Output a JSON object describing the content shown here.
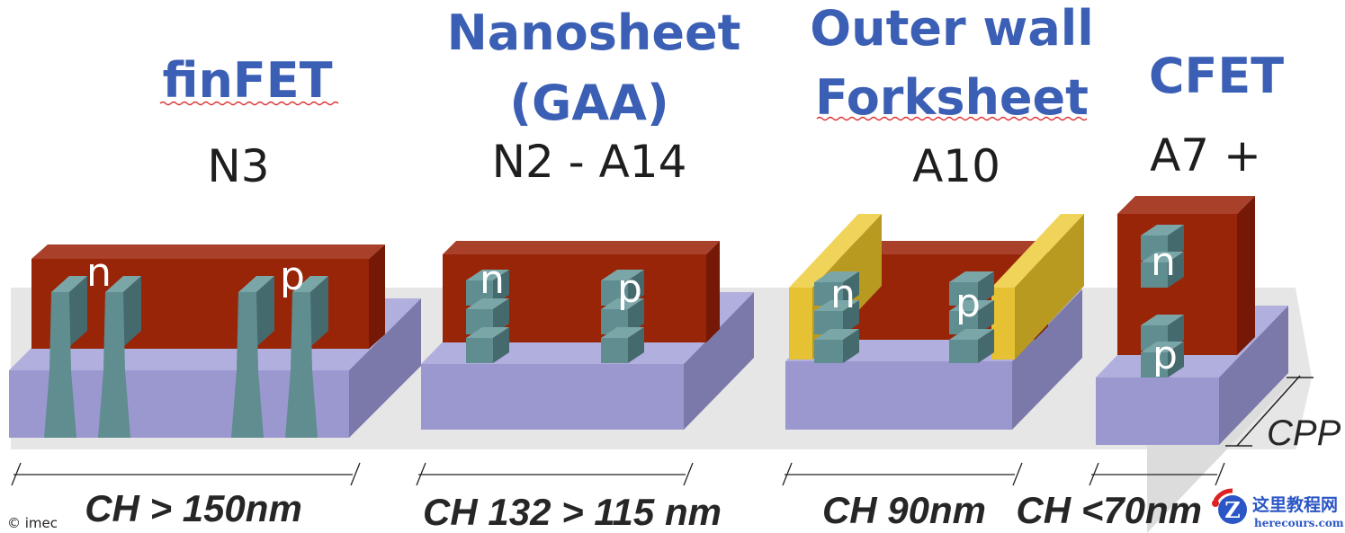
{
  "colors": {
    "title": "#3b5fb4",
    "substrate": "#9b98d0",
    "gate": "#982508",
    "channel": "#5f8d90",
    "wall": "#e5c133",
    "band": "#e6e6e6"
  },
  "columns": [
    {
      "title_lines": [
        "finFET"
      ],
      "node": "N3",
      "ch": "CH > 150nm",
      "n": "n",
      "p": "p"
    },
    {
      "title_lines": [
        "Nanosheet",
        "(GAA)"
      ],
      "node": "N2 - A14",
      "ch": "CH 132 > 115 nm",
      "n": "n",
      "p": "p"
    },
    {
      "title_lines": [
        "Outer wall",
        "Forksheet"
      ],
      "node": "A10",
      "ch": "CH 90nm",
      "n": "n",
      "p": "p"
    },
    {
      "title_lines": [
        "CFET"
      ],
      "node": "A7 +",
      "ch": "CH <70nm",
      "n": "n",
      "p": "p"
    }
  ],
  "cpp_label": "CPP",
  "copyright": "© imec",
  "watermark": {
    "cn": "这里教程网",
    "en": "herecours.com",
    "icon": "z-logo-icon"
  }
}
